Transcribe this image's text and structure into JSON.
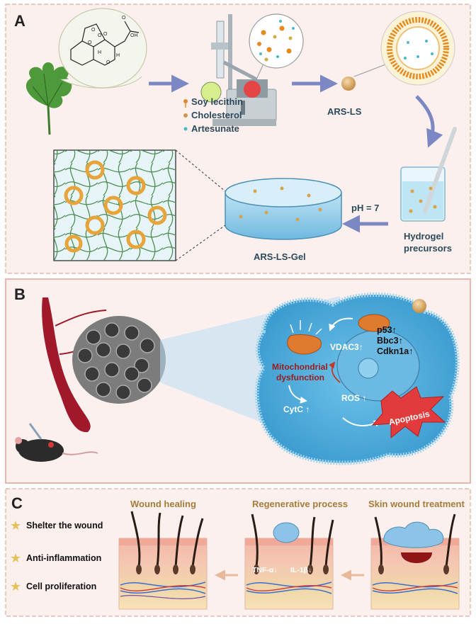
{
  "panel_a": {
    "letter": "A",
    "legend": [
      "Soy lecithin",
      "Cholesterol",
      "Artesunate"
    ],
    "liposome_label": "ARS-LS",
    "gel_label": "ARS-LS-Gel",
    "ph_label": "pH = 7",
    "precursor_label": [
      "Hydrogel",
      "precursors"
    ],
    "molecule_atoms": [
      "O",
      "O",
      "O",
      "O",
      "H",
      "H",
      "O",
      "OH",
      "O"
    ]
  },
  "panel_b": {
    "letter": "B",
    "labels": {
      "vdac3": "VDAC3↑",
      "p53": "p53↑",
      "bbc3": "Bbc3↑",
      "cdkn1a": "Cdkn1a↑",
      "mito": [
        "Mitochondrial",
        "dysfunction"
      ],
      "ros": "ROS ↑",
      "cytc": "CytC ↑",
      "apoptosis": "Apoptosis"
    }
  },
  "panel_c": {
    "letter": "C",
    "benefits": [
      "Shelter the wound",
      "Anti-inflammation",
      "Cell proliferation"
    ],
    "stages": [
      "Wound healing",
      "Regenerative process",
      "Skin wound treatment"
    ],
    "cytokines": [
      "TNF-α↓",
      "IL-1β↓"
    ]
  },
  "colors": {
    "panel_bg": "#fbf0ee",
    "panel_border": "#e6b8b0",
    "arrow_blue": "#7c88c4",
    "cell_blue": "#4aa9d8",
    "tan": "#a67c3a"
  }
}
